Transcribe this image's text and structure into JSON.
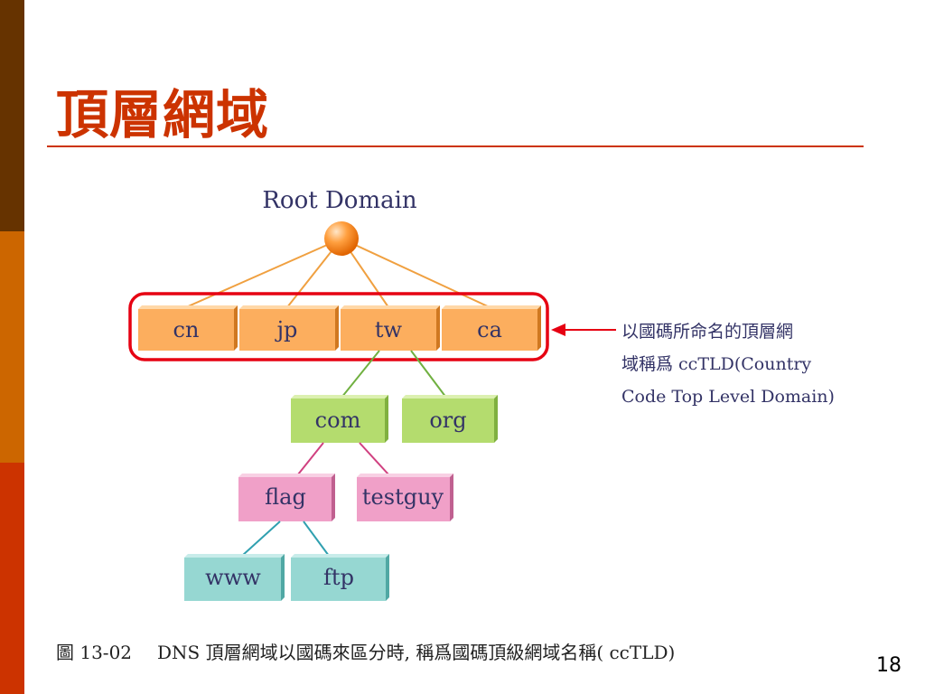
{
  "title": "頂層網域",
  "root_label": "Root Domain",
  "tld": [
    "cn",
    "jp",
    "tw",
    "ca"
  ],
  "second_level": [
    "com",
    "org"
  ],
  "third_level": [
    "flag",
    "testguy"
  ],
  "fourth_level": [
    "www",
    "ftp"
  ],
  "note": {
    "line1": "以國碼所命名的頂層網",
    "line2": "域稱爲 ccTLD(Country",
    "line3": "Code Top Level Domain)"
  },
  "caption": {
    "figure": "圖 13-02",
    "text": "DNS 頂層網域以國碼來區分時, 稱爲國碼頂級網域名稱( ccTLD)"
  },
  "page_number": "18",
  "colors": {
    "title": "#cc3300",
    "tld_box": "#fcae5e",
    "second_level_box": "#b4dc6e",
    "third_level_box": "#f0a0c8",
    "fourth_level_box": "#96d7d2",
    "highlight": "#e60012"
  }
}
